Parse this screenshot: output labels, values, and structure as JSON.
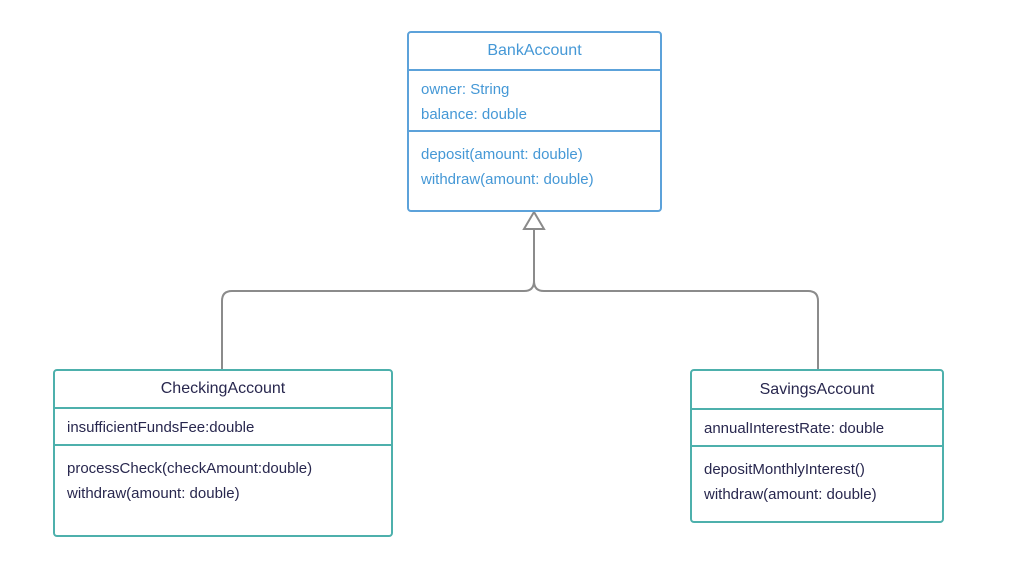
{
  "diagram": {
    "kind": "uml-class-diagram",
    "background": "#ffffff",
    "colors": {
      "parent_border": "#5ca2da",
      "parent_text": "#4598d6",
      "child_border": "#4db0ac",
      "child_text": "#28274e",
      "connector": "#8b8b8b"
    },
    "classes": [
      {
        "id": "bank-account",
        "name": "BankAccount",
        "attributes": [
          "owner: String",
          "balance: double"
        ],
        "methods": [
          "deposit(amount: double)",
          "withdraw(amount: double)"
        ]
      },
      {
        "id": "checking-account",
        "name": "CheckingAccount",
        "attributes": [
          "insufficientFundsFee:double"
        ],
        "methods": [
          "processCheck(checkAmount:double)",
          "withdraw(amount: double)"
        ]
      },
      {
        "id": "savings-account",
        "name": "SavingsAccount",
        "attributes": [
          "annualInterestRate: double"
        ],
        "methods": [
          "depositMonthlyInterest()",
          "withdraw(amount: double)"
        ]
      }
    ],
    "relationships": [
      {
        "type": "generalization",
        "from": "CheckingAccount",
        "to": "BankAccount",
        "arrowhead": "hollow-triangle"
      },
      {
        "type": "generalization",
        "from": "SavingsAccount",
        "to": "BankAccount",
        "arrowhead": "hollow-triangle"
      }
    ]
  }
}
